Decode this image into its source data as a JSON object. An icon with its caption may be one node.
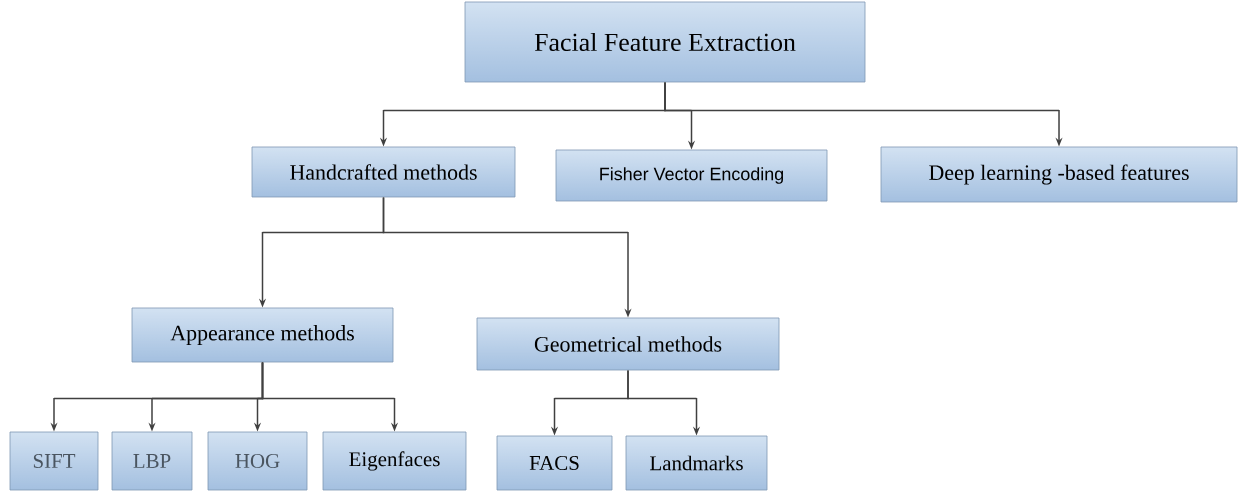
{
  "diagram": {
    "nodes": [
      {
        "text": [
          "Facial Feature Extraction"
        ]
      },
      {
        "text": [
          "Handcrafted methods"
        ]
      },
      {
        "text": [
          "Fisher Vector Encoding"
        ]
      },
      {
        "text": [
          "Deep learning -based features"
        ]
      },
      {
        "text": [
          "Appearance methods"
        ]
      },
      {
        "text": [
          "Geometrical methods"
        ]
      },
      {
        "text": [
          "SIFT"
        ]
      },
      {
        "text": [
          "LBP"
        ]
      },
      {
        "text": [
          "HOG"
        ]
      },
      {
        "text": [
          "Eigenfaces"
        ]
      },
      {
        "text": [
          "FACS"
        ]
      },
      {
        "text": [
          "Landmarks"
        ]
      }
    ],
    "edges": [
      {
        "from": 0,
        "to": 1,
        "arrow": "to"
      },
      {
        "from": 0,
        "to": 2,
        "arrow": "to"
      },
      {
        "from": 0,
        "to": 3,
        "arrow": "to"
      },
      {
        "from": 1,
        "to": 4,
        "arrow": "to"
      },
      {
        "from": 1,
        "to": 5,
        "arrow": "to"
      },
      {
        "from": 4,
        "to": 6,
        "arrow": "to"
      },
      {
        "from": 4,
        "to": 7,
        "arrow": "to"
      },
      {
        "from": 4,
        "to": 8,
        "arrow": "to"
      },
      {
        "from": 4,
        "to": 9,
        "arrow": "to"
      },
      {
        "from": 5,
        "to": 10,
        "arrow": "to"
      },
      {
        "from": 5,
        "to": 11,
        "arrow": "to"
      }
    ]
  }
}
